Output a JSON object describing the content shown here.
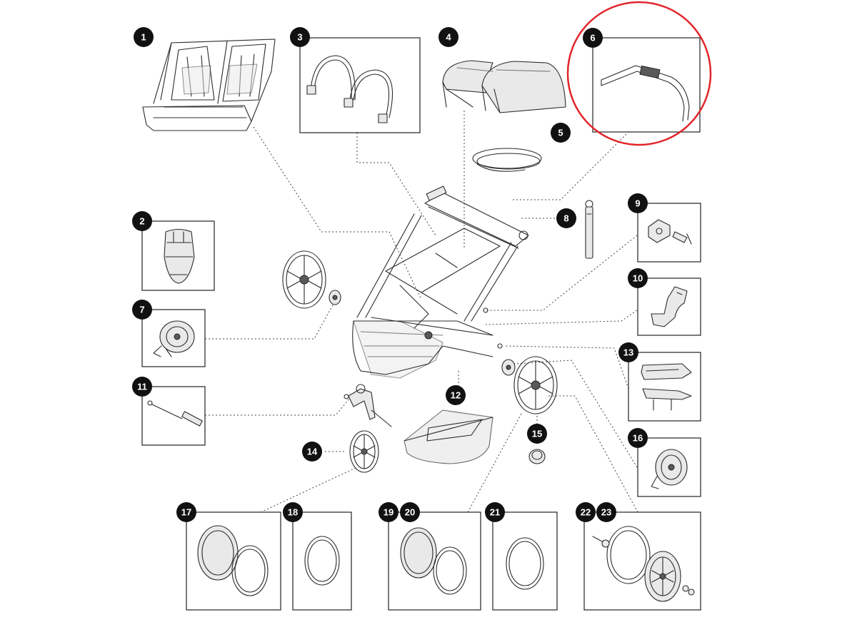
{
  "highlight_color": "#e0252a",
  "badges": {
    "b1": "1",
    "b2": "2",
    "b3": "3",
    "b4": "4",
    "b5": "5",
    "b6": "6",
    "b7": "7",
    "b8": "8",
    "b9": "9",
    "b10": "10",
    "b11": "11",
    "b12": "12",
    "b13": "13",
    "b14": "14",
    "b15": "15",
    "b16": "16",
    "b17": "17",
    "b18": "18",
    "b19": "19",
    "b20": "20",
    "b21": "21",
    "b22": "22",
    "b23": "23"
  },
  "highlighted_part": "6",
  "icons": {
    "seat": "seat-fabric-icon",
    "cover": "seat-cover-icon",
    "harness": "harness-straps-icon",
    "canopy": "canopy-icon",
    "cord": "cord-icon",
    "handlebar": "handlebar-icon",
    "brake": "brake-hub-icon",
    "strap": "wrist-strap-icon",
    "clip": "clip-screw-icon",
    "bracket": "bracket-icon",
    "axle": "axle-pin-icon",
    "basket": "storage-basket-icon",
    "footrest": "footrest-icon",
    "front-wheel": "front-wheel-icon",
    "cap": "wheel-cap-icon",
    "hub": "hub-assembly-icon",
    "tire": "tire-tube-icon",
    "rear-wheel": "rear-wheel-icon",
    "frame": "stroller-frame-icon"
  }
}
